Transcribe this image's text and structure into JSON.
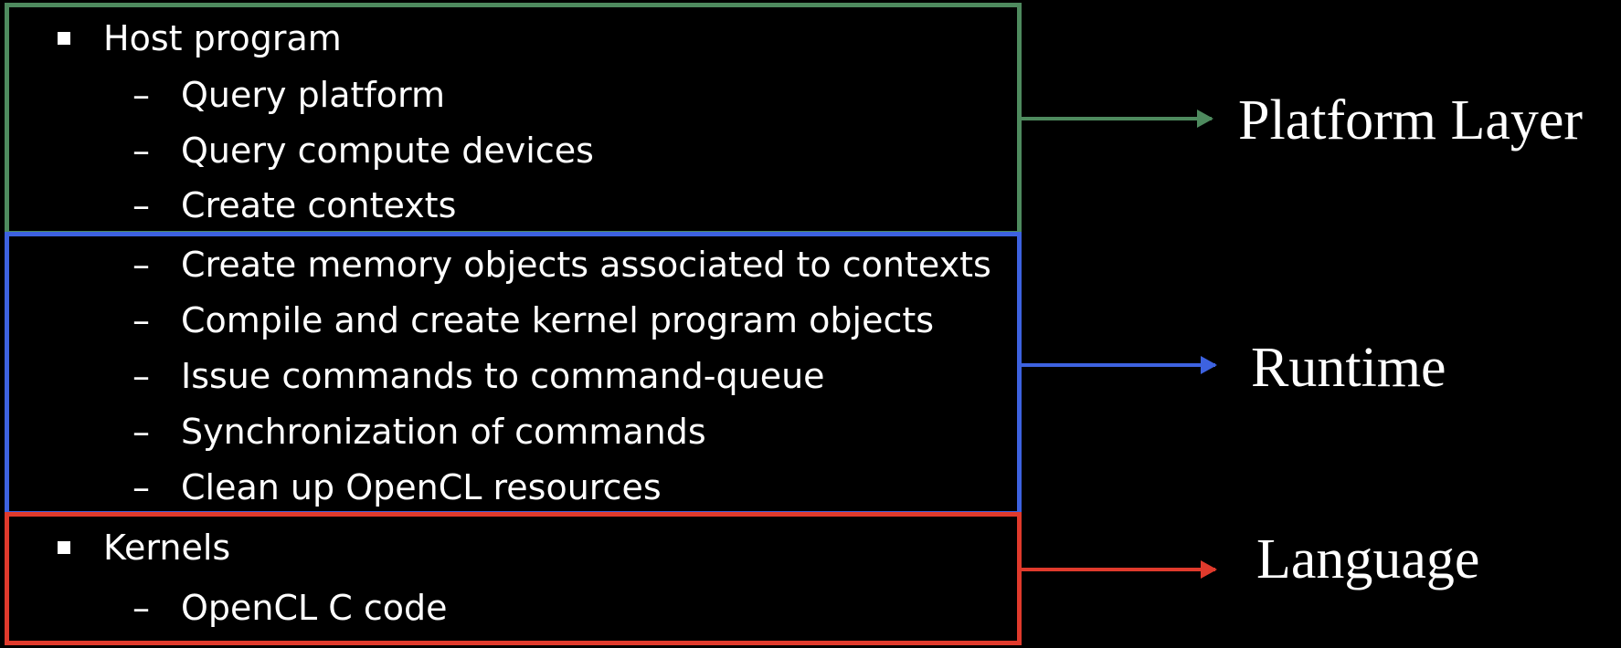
{
  "host_section": {
    "heading": "Host program",
    "items_platform": [
      "Query platform",
      "Query compute devices",
      "Create contexts"
    ],
    "items_runtime": [
      "Create memory objects associated to contexts",
      "Compile and create kernel program objects",
      "Issue commands to command-queue",
      "Synchronization of commands",
      "Clean up OpenCL resources"
    ]
  },
  "kernel_section": {
    "heading": "Kernels",
    "items": [
      "OpenCL C code"
    ]
  },
  "dash": "–",
  "layers": {
    "platform": "Platform Layer",
    "runtime": "Runtime",
    "language": "Language"
  },
  "colors": {
    "platform": "#4e8a5e",
    "runtime": "#3d62e0",
    "language": "#e03a2c"
  }
}
